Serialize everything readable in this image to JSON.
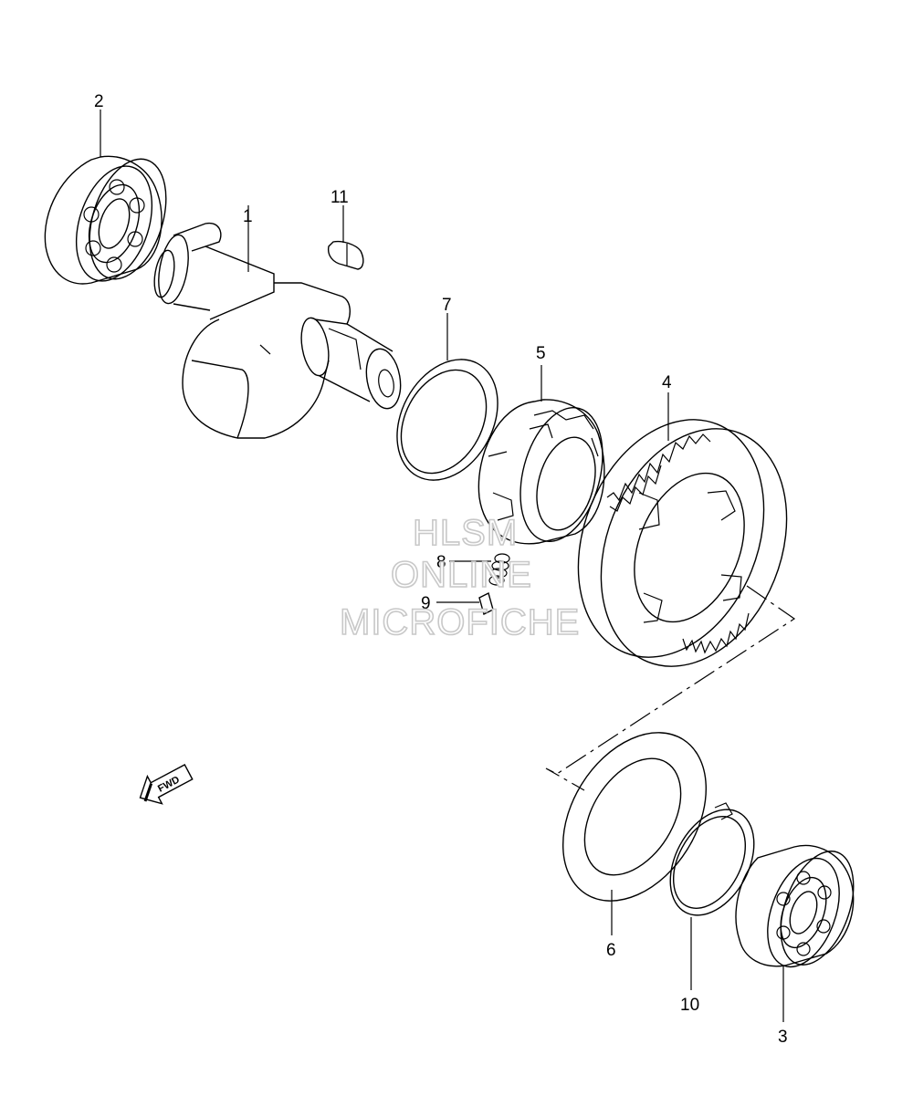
{
  "diagram": {
    "part_labels": {
      "p1": "1",
      "p2": "2",
      "p3": "3",
      "p4": "4",
      "p5": "5",
      "p6": "6",
      "p7": "7",
      "p8": "8",
      "p9": "9",
      "p10": "10",
      "p11": "11"
    },
    "fwd_text": "FWD",
    "watermark": {
      "line1": "HLSM",
      "line2": "ONLINE",
      "line3": "MICROFICHE"
    }
  }
}
